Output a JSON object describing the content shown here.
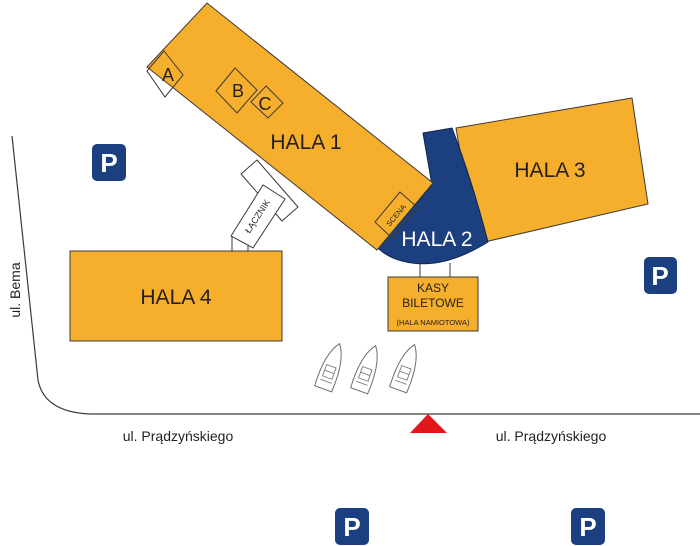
{
  "halls": {
    "hala1": "HALA 1",
    "hala2": "HALA 2",
    "hala3": "HALA 3",
    "hala4": "HALA 4"
  },
  "sections": {
    "a": "A",
    "b": "B",
    "c": "C",
    "scena": "SCENA"
  },
  "connector": "ŁĄCZNIK",
  "ticket_office": {
    "line1": "KASY",
    "line2": "BILETOWE",
    "line3": "(HALA NAMIOTOWA)"
  },
  "streets": {
    "bema": "ul. Bema",
    "pradzynskiego_left": "ul. Prądzyńskiego",
    "pradzynskiego_right": "ul. Prądzyńskiego"
  },
  "parking": {
    "label": "P",
    "count": 4
  },
  "colors": {
    "hall_fill": "#f6ae2d",
    "hall2_fill": "#1b3f7f",
    "parking_fill": "#1b3f7f",
    "entrance_marker": "#e3161b"
  },
  "icons": {
    "boats": [
      "boat-icon",
      "boat-icon",
      "boat-icon"
    ],
    "entrance": "triangle-marker-icon"
  }
}
